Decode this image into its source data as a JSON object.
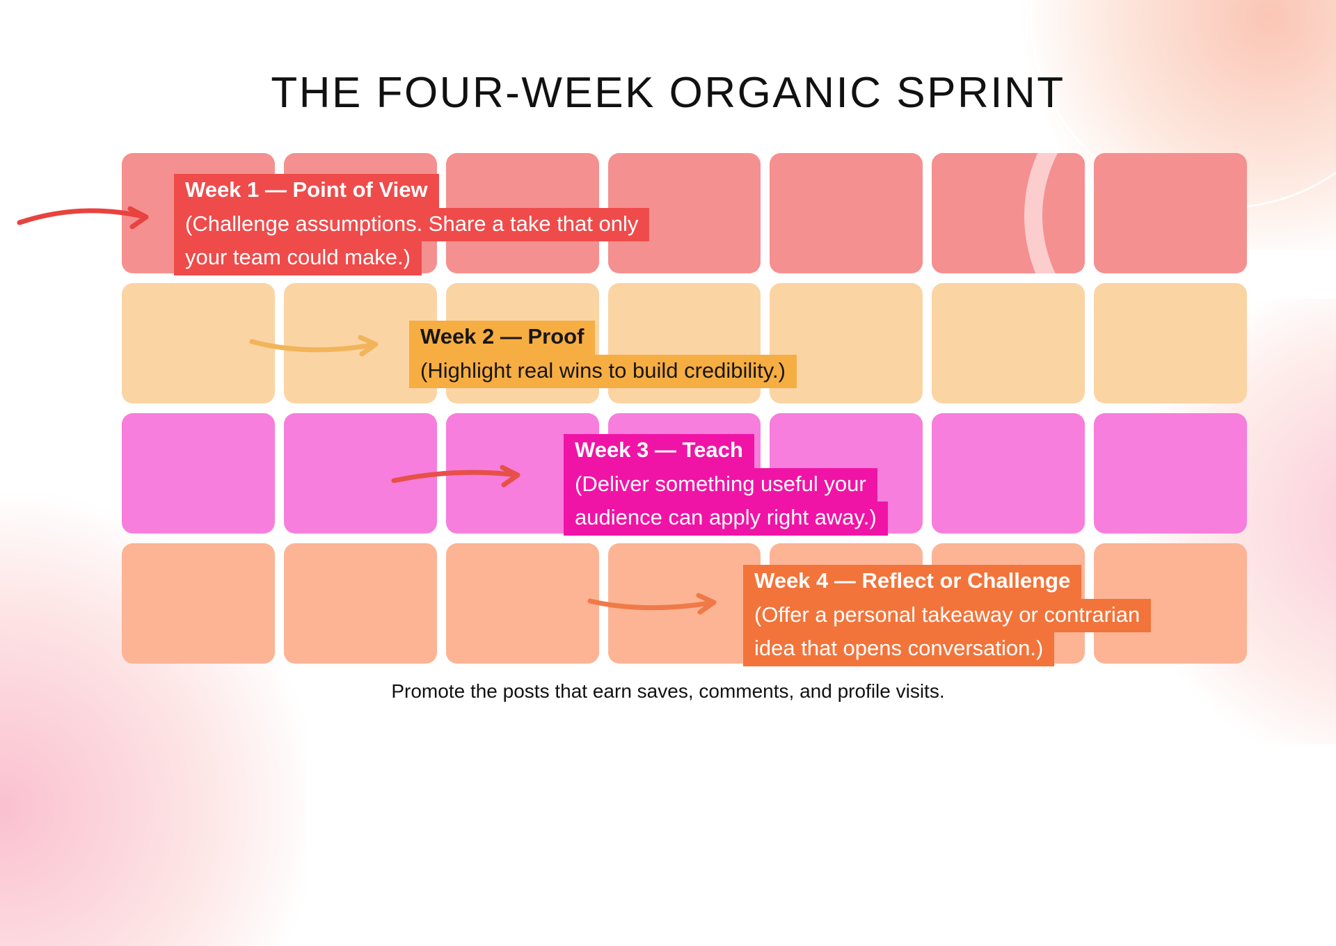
{
  "title": "THE FOUR-WEEK ORGANIC SPRINT",
  "caption": "Promote the posts that earn saves, comments, and profile visits.",
  "grid": {
    "columns": 7,
    "rows": 4
  },
  "weeks": [
    {
      "name": "Week 1 — Point of View",
      "description_lines": [
        "(Challenge assumptions. Share a take that only",
        "your team could make.)"
      ],
      "tile_color": "#F59090",
      "label_bg": "#EF4B4B",
      "label_text": "#FFFFFF",
      "arrow_color": "#E8433F"
    },
    {
      "name": "Week 2 — Proof",
      "description_lines": [
        "(Highlight real wins to build credibility.)"
      ],
      "tile_color": "#FBD4A4",
      "label_bg": "#F6AD42",
      "label_text": "#161616",
      "arrow_color": "#F2B45A"
    },
    {
      "name": "Week 3 — Teach",
      "description_lines": [
        "(Deliver something useful your",
        "audience can apply right away.)"
      ],
      "tile_color": "#F77EDC",
      "label_bg": "#F014A6",
      "label_text": "#FFFFFF",
      "arrow_color": "#E65048"
    },
    {
      "name": "Week 4 — Reflect or Challenge",
      "description_lines": [
        "(Offer a personal takeaway or contrarian",
        "idea that opens conversation.)"
      ],
      "tile_color": "#FCB495",
      "label_bg": "#F2743B",
      "label_text": "#FFFFFF",
      "arrow_color": "#EF7A48"
    }
  ]
}
